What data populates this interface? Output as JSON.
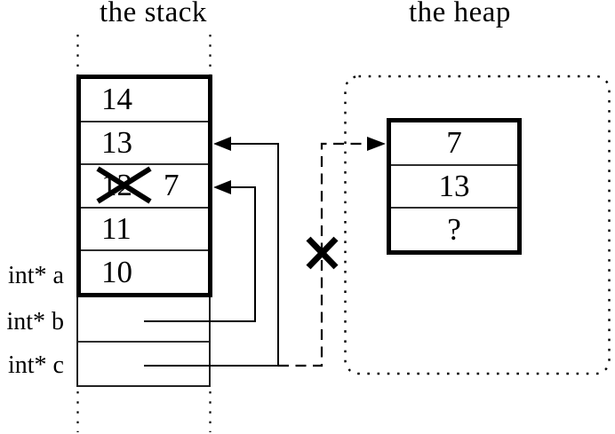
{
  "titles": {
    "stack": "the stack",
    "heap": "the heap"
  },
  "stack": {
    "cells": [
      {
        "value": "14"
      },
      {
        "value": "13"
      },
      {
        "old_value": "12",
        "new_value": "7",
        "crossed_out": true
      },
      {
        "value": "11"
      },
      {
        "value": "10"
      }
    ]
  },
  "pointer_labels": {
    "a": "int* a",
    "b": "int* b",
    "c": "int* c"
  },
  "heap": {
    "cells": [
      {
        "value": "7"
      },
      {
        "value": "13"
      },
      {
        "value": "?"
      }
    ]
  },
  "icons": {
    "cross_out": "✕",
    "arrowhead": "➤"
  },
  "colors": {
    "ink": "#000000",
    "separator": "#2e2e2e",
    "background": "#ffffff"
  }
}
